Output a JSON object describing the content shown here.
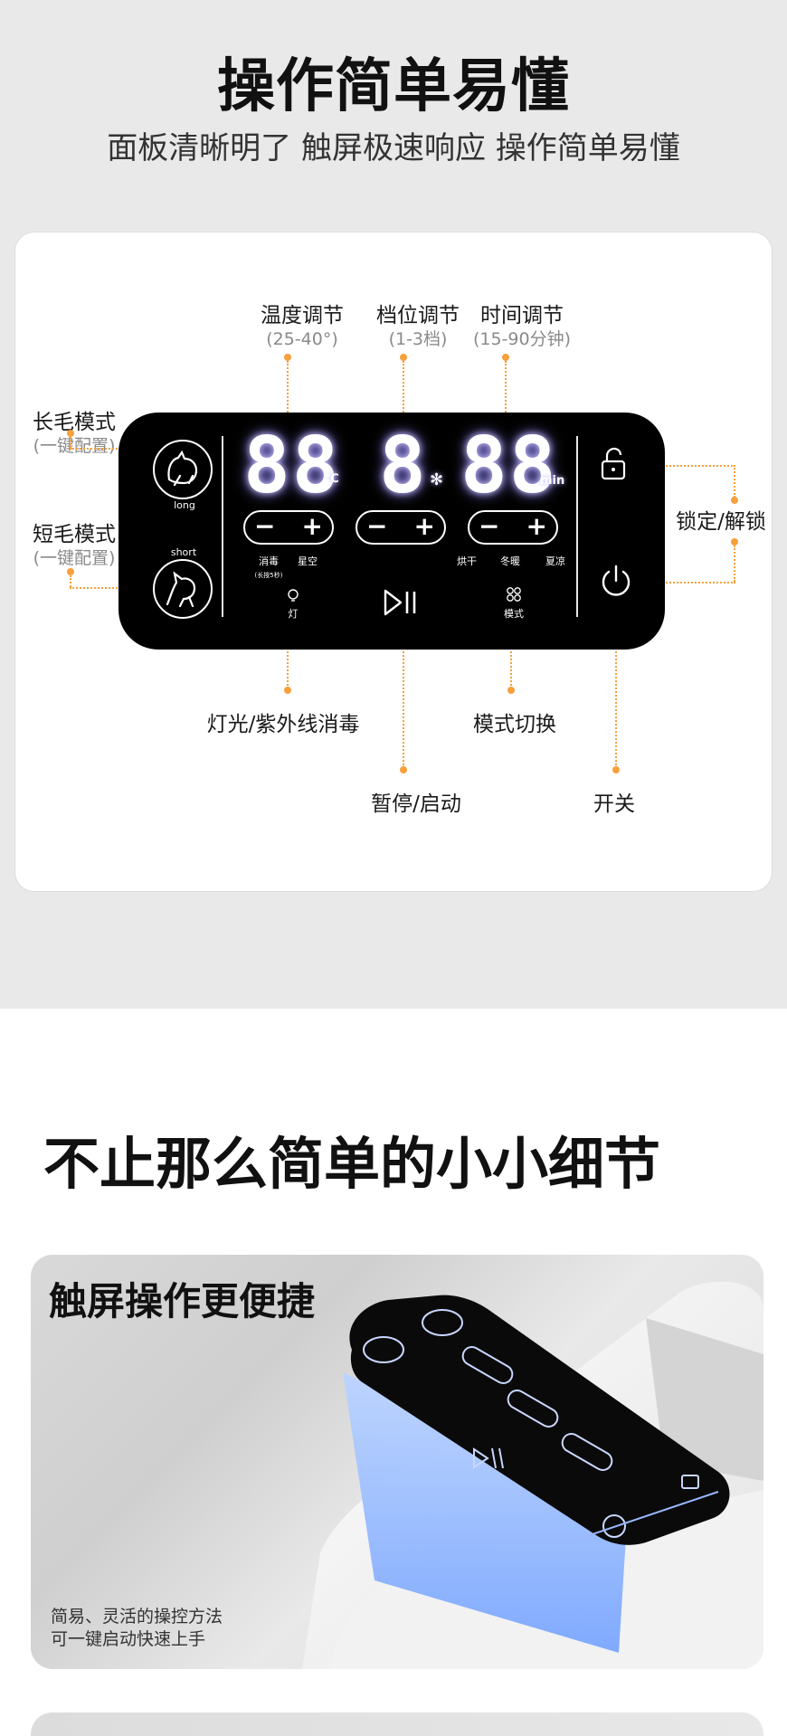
{
  "section1": {
    "title": "操作简单易懂",
    "subtitle": "面板清晰明了 触屏极速响应 操作简单易懂",
    "labels": {
      "long_mode": "长毛模式",
      "long_mode_sub": "(一键配置)",
      "short_mode": "短毛模式",
      "short_mode_sub": "(一键配置)",
      "temp": "温度调节",
      "temp_sub": "(25-40°)",
      "gear": "档位调节",
      "gear_sub": "(1-3档)",
      "time": "时间调节",
      "time_sub": "(15-90分钟)",
      "lock": "锁定/解锁",
      "light": "灯光/紫外线消毒",
      "mode_switch": "模式切换",
      "pause_start": "暂停/启动",
      "power": "开关"
    },
    "panel": {
      "temp_display": "88",
      "temp_unit": "℃",
      "gear_display": "8",
      "time_display": "88",
      "time_unit": "min",
      "long_text": "long",
      "short_text": "short",
      "minus": "−",
      "plus": "+",
      "disinfect": "消毒",
      "disinfect_sub": "(长按5秒)",
      "starry": "星空",
      "dry": "烘干",
      "winter": "冬暖",
      "summer": "夏凉",
      "light_label": "灯",
      "mode_label": "模式",
      "play_pause": "▷॥"
    },
    "colors": {
      "accent": "#f7a03c",
      "panel": "#000000",
      "glow": "#8f84ff"
    }
  },
  "section2": {
    "title": "不止那么简单的小小细节",
    "feature": {
      "title": "触屏操作更便捷",
      "desc_line1": "简易、灵活的操控方法",
      "desc_line2": "可一键启动快速上手"
    }
  },
  "icons": [
    "cat-long-icon",
    "cat-short-icon",
    "snowflake-icon",
    "bulb-icon",
    "mode-grid-icon",
    "play-pause-icon",
    "lock-open-icon",
    "power-icon"
  ]
}
